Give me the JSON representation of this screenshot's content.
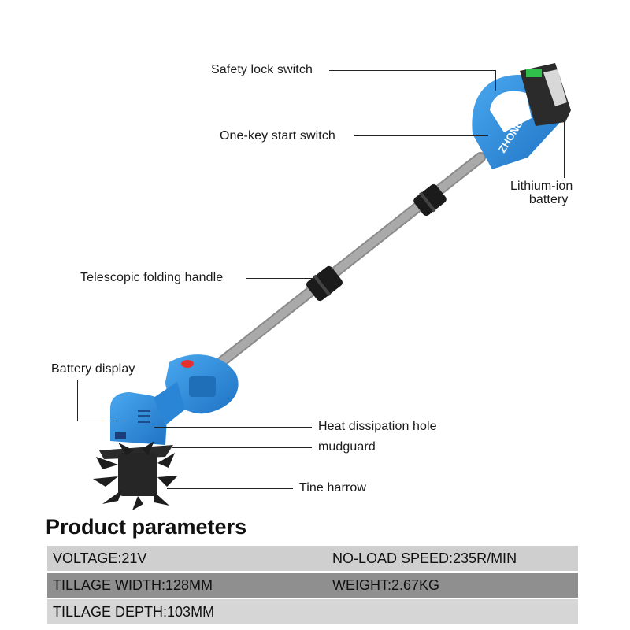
{
  "callouts": {
    "safety_lock": "Safety lock switch",
    "one_key_start": "One-key start switch",
    "battery_line1": "Lithium-ion",
    "battery_line2": "battery",
    "telescopic_handle": "Telescopic folding handle",
    "battery_display": "Battery display",
    "heat_hole": "Heat dissipation hole",
    "mudguard": "mudguard",
    "tine_harrow": "Tine harrow"
  },
  "product": {
    "brand_mark": "ZHONUO",
    "body_color": "#2f8fdd",
    "battery_color": "#2b2b2b",
    "indicator_color": "#2fbf4a"
  },
  "params": {
    "title": "Product parameters",
    "rows": [
      {
        "left": "VOLTAGE:21V",
        "right": "NO-LOAD SPEED:235R/MIN"
      },
      {
        "left": "TILLAGE WIDTH:128MM",
        "right": "WEIGHT:2.67KG"
      },
      {
        "left": "TILLAGE DEPTH:103MM",
        "right": ""
      }
    ]
  }
}
